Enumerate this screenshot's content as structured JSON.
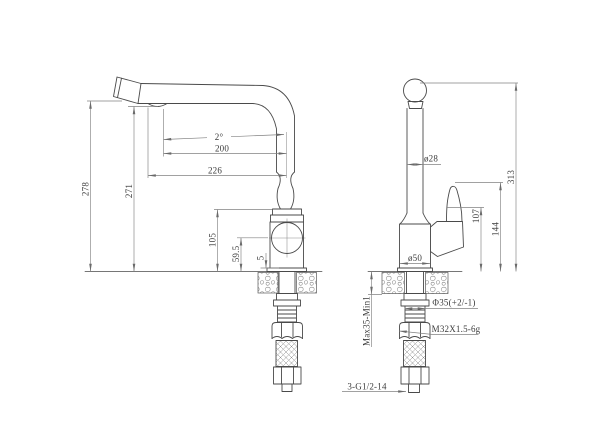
{
  "drawing": {
    "type": "faucet-installation-dimension-drawing",
    "background": "#ffffff",
    "line_color": "#4a4a4a",
    "dim_color": "#828282",
    "side_view": {
      "height_overall": "278",
      "height_outlet": "271",
      "spout_angle": "2°",
      "reach_to_axis": "200",
      "reach_overall": "226",
      "height_body": "105",
      "height_valve_center": "59.5",
      "base_plate_height": "5"
    },
    "front_view": {
      "spout_pipe_diameter": "ø28",
      "height_total": "313",
      "handle_base_height": "107",
      "handle_top_height": "144",
      "base_diameter": "ø50",
      "mounting_hole": "Φ35(+2/-1)",
      "mounting_thread": "M32X1.5-6g",
      "deck_thickness_range": "Max35-Min1",
      "hose_connection": "3-G1/2-14"
    }
  }
}
